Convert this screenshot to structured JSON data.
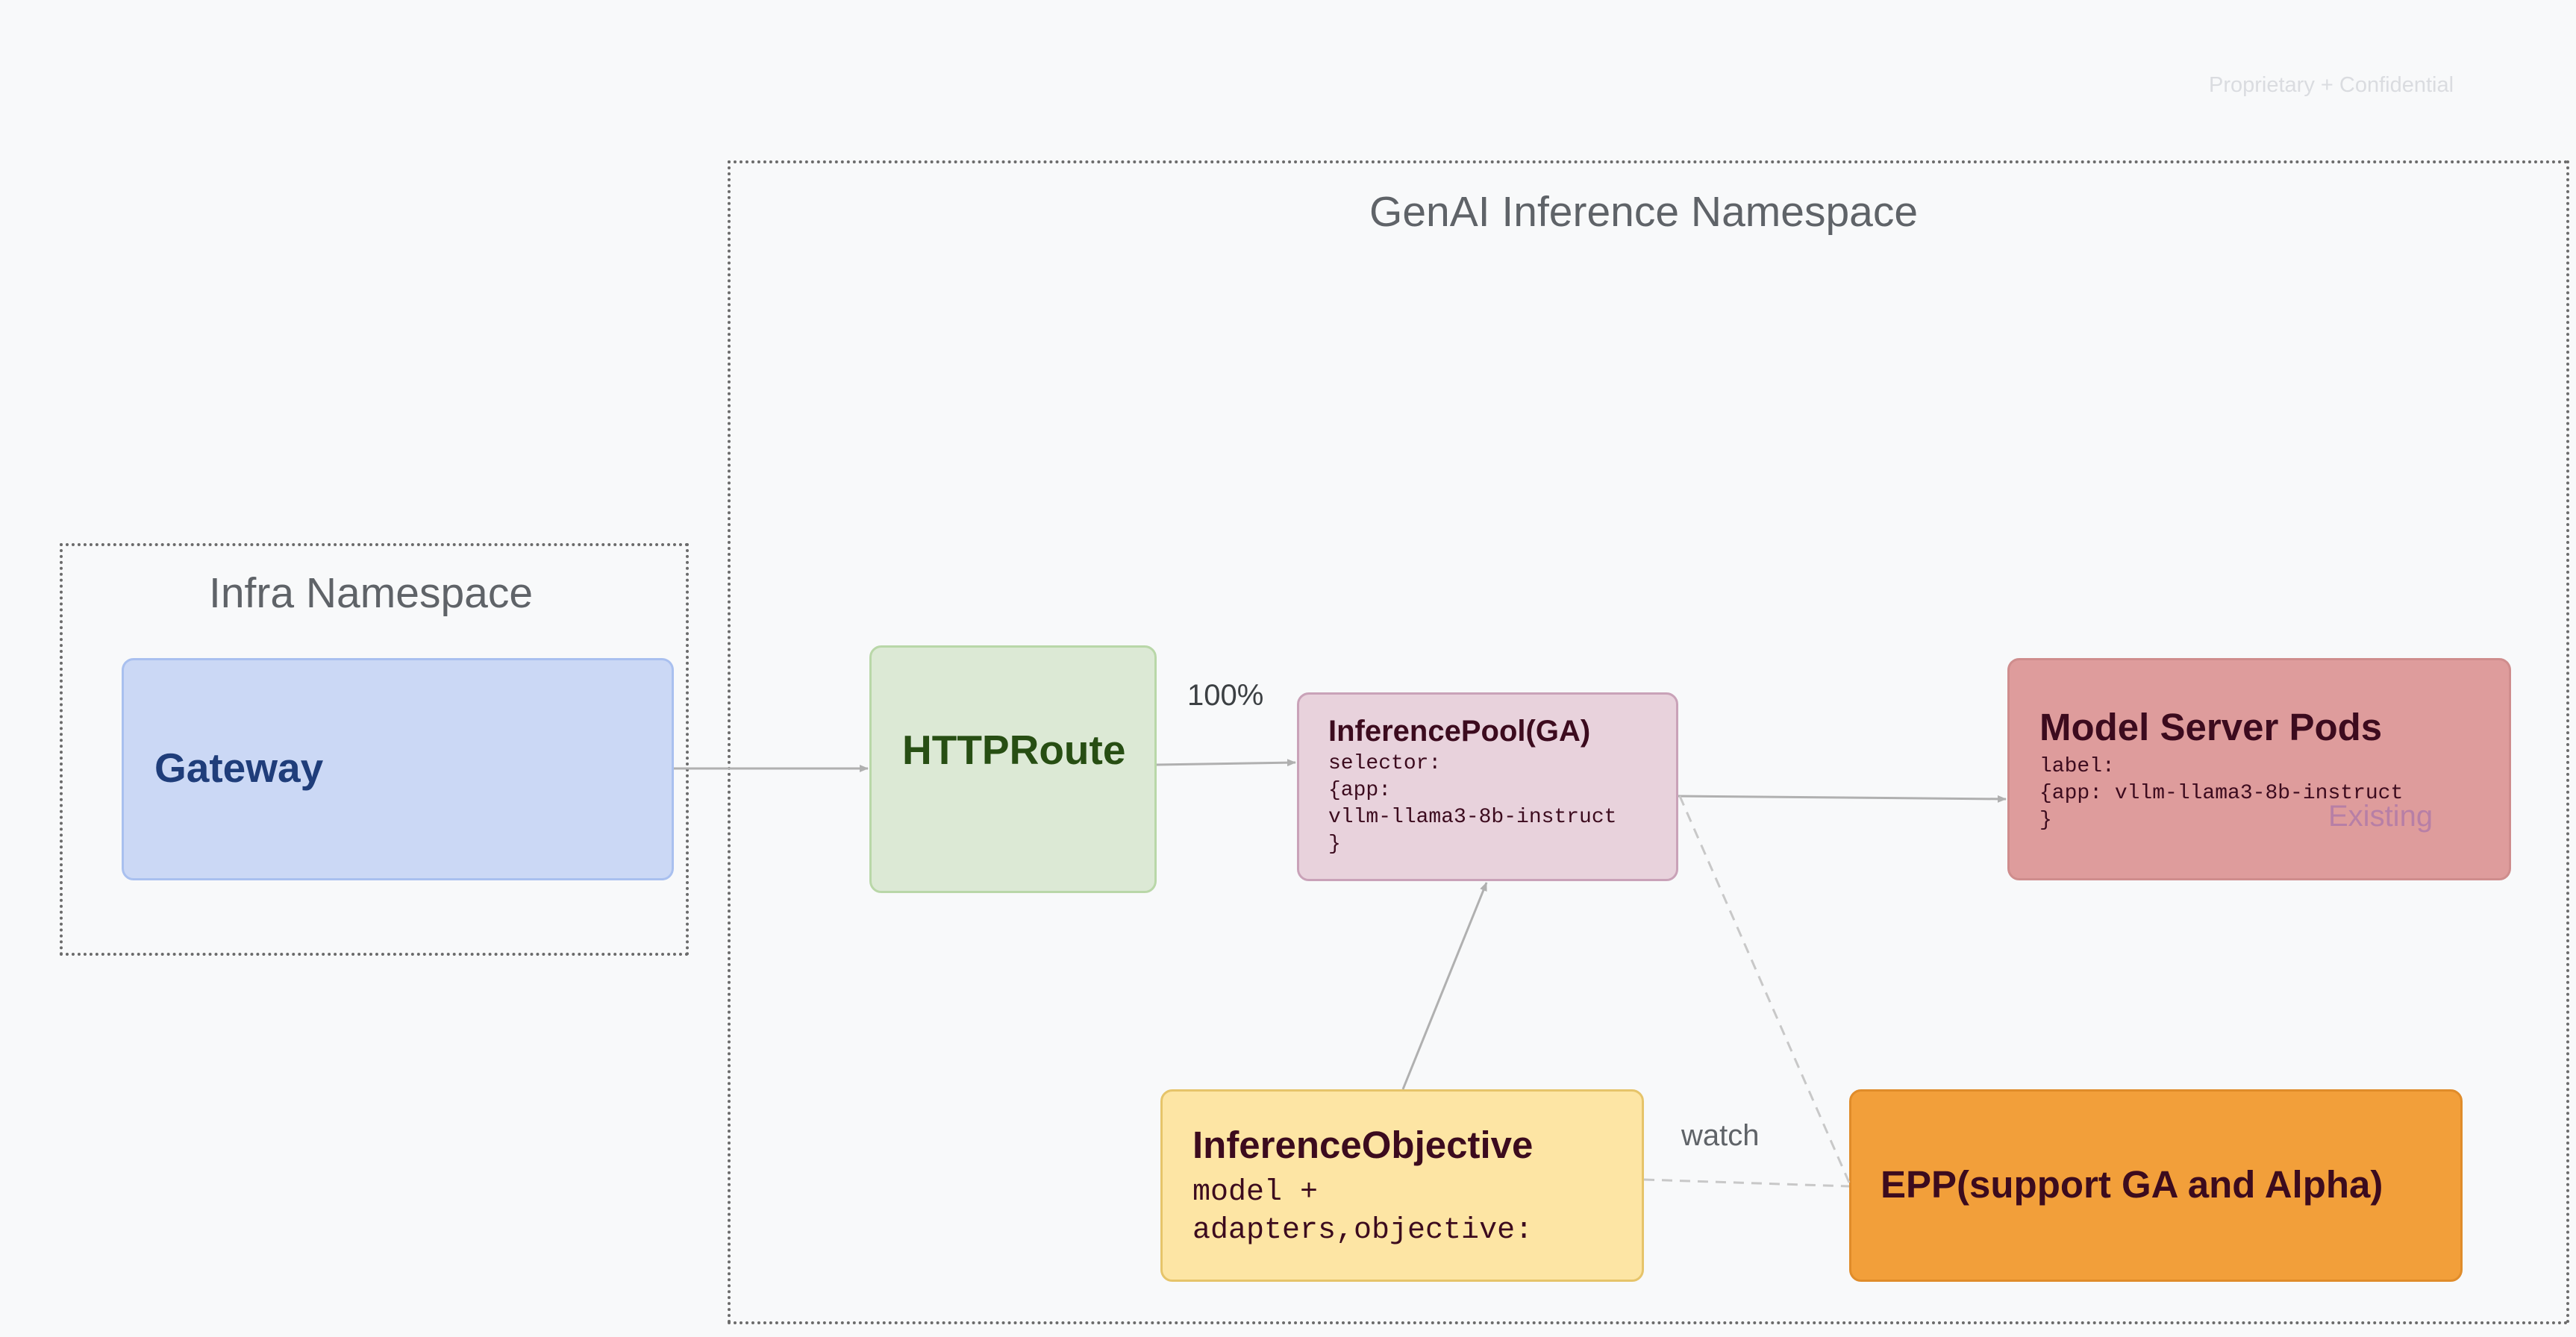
{
  "header": {
    "confidential": "Proprietary + Confidential"
  },
  "namespaces": {
    "infra": "Infra Namespace",
    "genai": "GenAI Inference Namespace"
  },
  "nodes": {
    "gateway": {
      "title": "Gateway",
      "color": "#cbd8f5"
    },
    "httproute": {
      "title": "HTTPRoute",
      "color": "#dce9d5"
    },
    "inference_pool": {
      "title": "InferencePool(GA)",
      "body": "selector:\n{app:\nvllm-llama3-8b-instruct\n}",
      "color": "#e8d2dc"
    },
    "model_server_pods": {
      "title": "Model Server Pods",
      "body": "label:\n{app: vllm-llama3-8b-instruct\n}",
      "tag": "Existing",
      "color": "#de9c9c"
    },
    "inference_objective": {
      "title": "InferenceObjective",
      "body": "model +\nadapters,objective:",
      "color": "#fde5a4"
    },
    "epp": {
      "title": "EPP(support GA and Alpha)",
      "color": "#f29f3a"
    }
  },
  "edges": {
    "route_weight": "100%",
    "watch": "watch"
  }
}
